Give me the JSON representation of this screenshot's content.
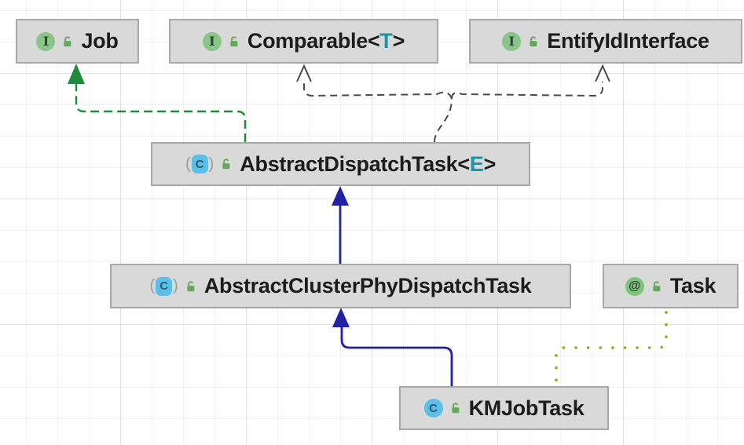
{
  "diagram_type": "uml-class-hierarchy",
  "colors": {
    "node_fill": "#d9d9d9",
    "node_border": "#a8a8a8",
    "text": "#1c1c1c",
    "type_param_teal": "#1a96a3",
    "implements_green": "#1e8b3d",
    "implements_gray": "#4a4a4a",
    "extends_blue": "#2121a8",
    "annotation_olive": "#a3a315",
    "interface_icon_green": "#87c687",
    "class_icon_blue": "#5ac0e8",
    "annotation_icon_green": "#7cc47c",
    "lock_green": "#63a95c"
  },
  "icons": {
    "interface_glyph": "I",
    "class_glyph": "C",
    "abstract_class_glyph": "C",
    "annotation_glyph": "@",
    "paren_left": "(",
    "paren_right": ")"
  },
  "nodes": {
    "job": {
      "label": "Job",
      "kind": "interface"
    },
    "comparable": {
      "pre": "Comparable<",
      "param": "T",
      "post": ">",
      "kind": "interface"
    },
    "entifyIdInterface": {
      "label": "EntifyIdInterface",
      "kind": "interface"
    },
    "abstractDispatchTask": {
      "pre": "AbstractDispatchTask<",
      "param": "E",
      "post": ">",
      "kind": "abstract-class"
    },
    "abstractClusterPhyDispatchTask": {
      "label": "AbstractClusterPhyDispatchTask",
      "kind": "abstract-class"
    },
    "task": {
      "label": "Task",
      "kind": "annotation"
    },
    "kmJobTask": {
      "label": "KMJobTask",
      "kind": "class"
    }
  },
  "edges": [
    {
      "from": "AbstractDispatchTask<E>",
      "to": "Job",
      "type": "implements",
      "style": "green-dashed-solid-arrow"
    },
    {
      "from": "AbstractDispatchTask<E>",
      "to": "Comparable<T>",
      "type": "implements",
      "style": "gray-dashed-open-arrow"
    },
    {
      "from": "AbstractDispatchTask<E>",
      "to": "EntifyIdInterface",
      "type": "implements",
      "style": "gray-dashed-open-arrow"
    },
    {
      "from": "AbstractClusterPhyDispatchTask",
      "to": "AbstractDispatchTask<E>",
      "type": "extends",
      "style": "blue-solid-solid-arrow"
    },
    {
      "from": "KMJobTask",
      "to": "AbstractClusterPhyDispatchTask",
      "type": "extends",
      "style": "blue-solid-solid-arrow"
    },
    {
      "from": "KMJobTask",
      "to": "Task",
      "type": "annotation",
      "style": "olive-dotted"
    }
  ]
}
